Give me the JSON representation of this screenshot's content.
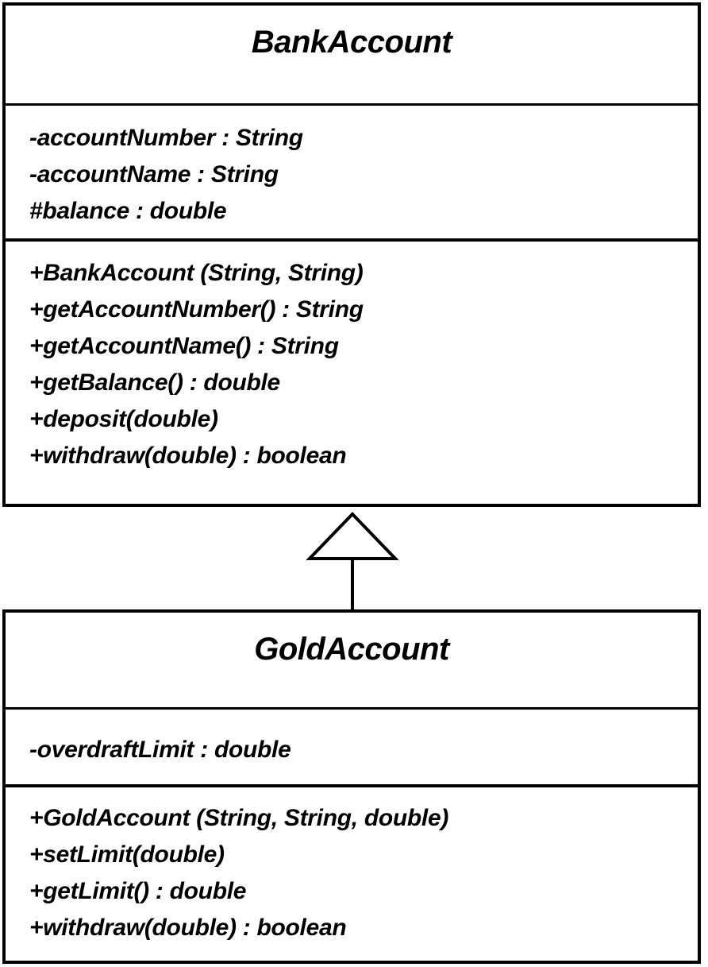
{
  "diagram": {
    "type": "uml-class-diagram",
    "colors": {
      "line": "#000000",
      "text": "#000000",
      "background": "#ffffff"
    },
    "classes": [
      {
        "name": "BankAccount",
        "attributes": [
          "-accountNumber : String",
          "-accountName : String",
          "#balance : double"
        ],
        "methods": [
          "+BankAccount (String, String)",
          "+getAccountNumber() : String",
          "+getAccountName() : String",
          "+getBalance() : double",
          "+deposit(double)",
          "+withdraw(double) : boolean"
        ]
      },
      {
        "name": "GoldAccount",
        "attributes": [
          "-overdraftLimit : double"
        ],
        "methods": [
          "+GoldAccount (String, String, double)",
          "+setLimit(double)",
          "+getLimit() : double",
          "+withdraw(double) : boolean"
        ]
      }
    ],
    "relationship": {
      "type": "generalization",
      "from": "GoldAccount",
      "to": "BankAccount"
    }
  }
}
